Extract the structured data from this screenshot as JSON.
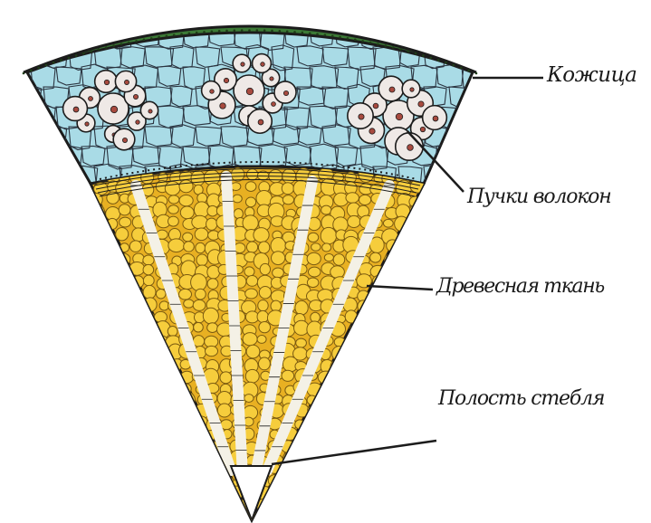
{
  "labels": {
    "skin": "Кожица",
    "fiber_bundles": "Пучки волокон",
    "wood_tissue": "Древесная ткань",
    "stem_cavity": "Полость стебля"
  },
  "colors": {
    "skin": "#3c7a36",
    "skin_dots": "#1f3d17",
    "cortex": "#a9dbe6",
    "cortex_lines": "#2b3440",
    "fiber_cell": "#efe9e6",
    "fiber_nucleus": "#a84a3f",
    "wood": "#e8b022",
    "wood_cell": "#f6cd3c",
    "wood_dark": "#7a5a10",
    "xylem_stripe": "#f4f1e6",
    "outline": "#1c1c1c"
  }
}
